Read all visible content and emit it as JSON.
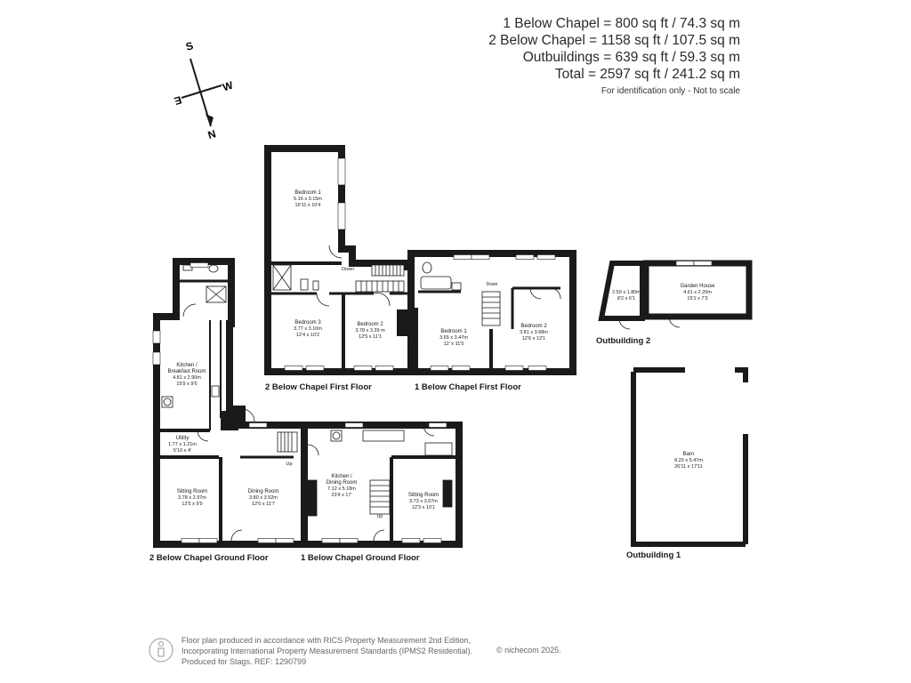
{
  "areas": {
    "line1": "1 Below Chapel = 800 sq ft / 74.3 sq m",
    "line2": "2 Below Chapel = 1158 sq ft / 107.5 sq m",
    "line3": "Outbuildings = 639 sq ft / 59.3 sq m",
    "line4": "Total = 2597 sq ft / 241.2 sq m"
  },
  "disclaimer": "For identification only - Not to scale",
  "compass": {
    "s": "S",
    "w": "W",
    "e": "E",
    "n": "N"
  },
  "plans": {
    "two_first": "2 Below Chapel First Floor",
    "one_first": "1 Below Chapel First Floor",
    "two_ground": "2 Below Chapel Ground Floor",
    "one_ground": "1 Below Chapel Ground Floor",
    "outbuilding1": "Outbuilding 1",
    "outbuilding2": "Outbuilding 2"
  },
  "rooms": {
    "bed1_2bc": {
      "name": "Bedroom 1",
      "metric": "5.16 x 3.15m",
      "imperial": "16'11 x 10'4"
    },
    "bed3_2bc": {
      "name": "Bedroom 3",
      "metric": "3.77 x 3.10m",
      "imperial": "12'4 x 10'2"
    },
    "bed2_2bc": {
      "name": "Bedroom 2",
      "metric": "3.78 x 3.39 m",
      "imperial": "12'5 x 11'1"
    },
    "bed1_1bc": {
      "name": "Bedroom 1",
      "metric": "3.65 x 3.47m",
      "imperial": "12' x 11'5"
    },
    "bed2_1bc": {
      "name": "Bedroom 2",
      "metric": "3.81 x 3.68m",
      "imperial": "12'6 x 12'1"
    },
    "kitchen_breakfast": {
      "name1": "Kitchen /",
      "name2": "Breakfast Room",
      "metric": "4.81 x 2.90m",
      "imperial": "15'9 x 9'6"
    },
    "utility": {
      "name": "Utility",
      "metric": "1.77 x 1.21m",
      "imperial": "5'10 x 4'"
    },
    "sitting_2bc": {
      "name": "Sitting Room",
      "metric": "3.78 x 2.97m",
      "imperial": "12'5 x 9'9"
    },
    "dining_2bc": {
      "name": "Dining Room",
      "metric": "3.80 x 3.52m",
      "imperial": "12'6 x 11'7"
    },
    "kitchen_dining": {
      "name1": "Kitchen /",
      "name2": "Dining Room",
      "metric": "7.12 x 5.18m",
      "imperial": "23'4 x 17'"
    },
    "sitting_1bc": {
      "name": "Sitting Room",
      "metric": "3.73 x 3.07m",
      "imperial": "12'3 x 10'1"
    },
    "garden_house": {
      "name": "Garden House",
      "metric": "4.61 x 2.20m",
      "imperial": "15'1 x 7'3"
    },
    "outbuilding2_room": {
      "metric": "2.50 x 1.80m",
      "imperial": "8'2 x 6'1"
    },
    "barn": {
      "name": "Barn",
      "metric": "8.20 x 5.47m",
      "imperial": "26'11 x 17'11"
    }
  },
  "stairs": {
    "down1": "Down",
    "down2": "Down",
    "up1": "Up",
    "up2": "Up"
  },
  "footer": {
    "line1": "Floor plan produced in accordance with RICS Property Measurement 2nd Edition,",
    "line2": "Incorporating International Property Measurement Standards (IPMS2 Residential).",
    "line3": "Produced for Stags.   REF: 1290799",
    "copyright": "© nichecom 2025."
  },
  "colors": {
    "wall": "#1a1a1a",
    "window": "#ffffff",
    "text": "#1a1a1a",
    "footer": "#666666"
  }
}
